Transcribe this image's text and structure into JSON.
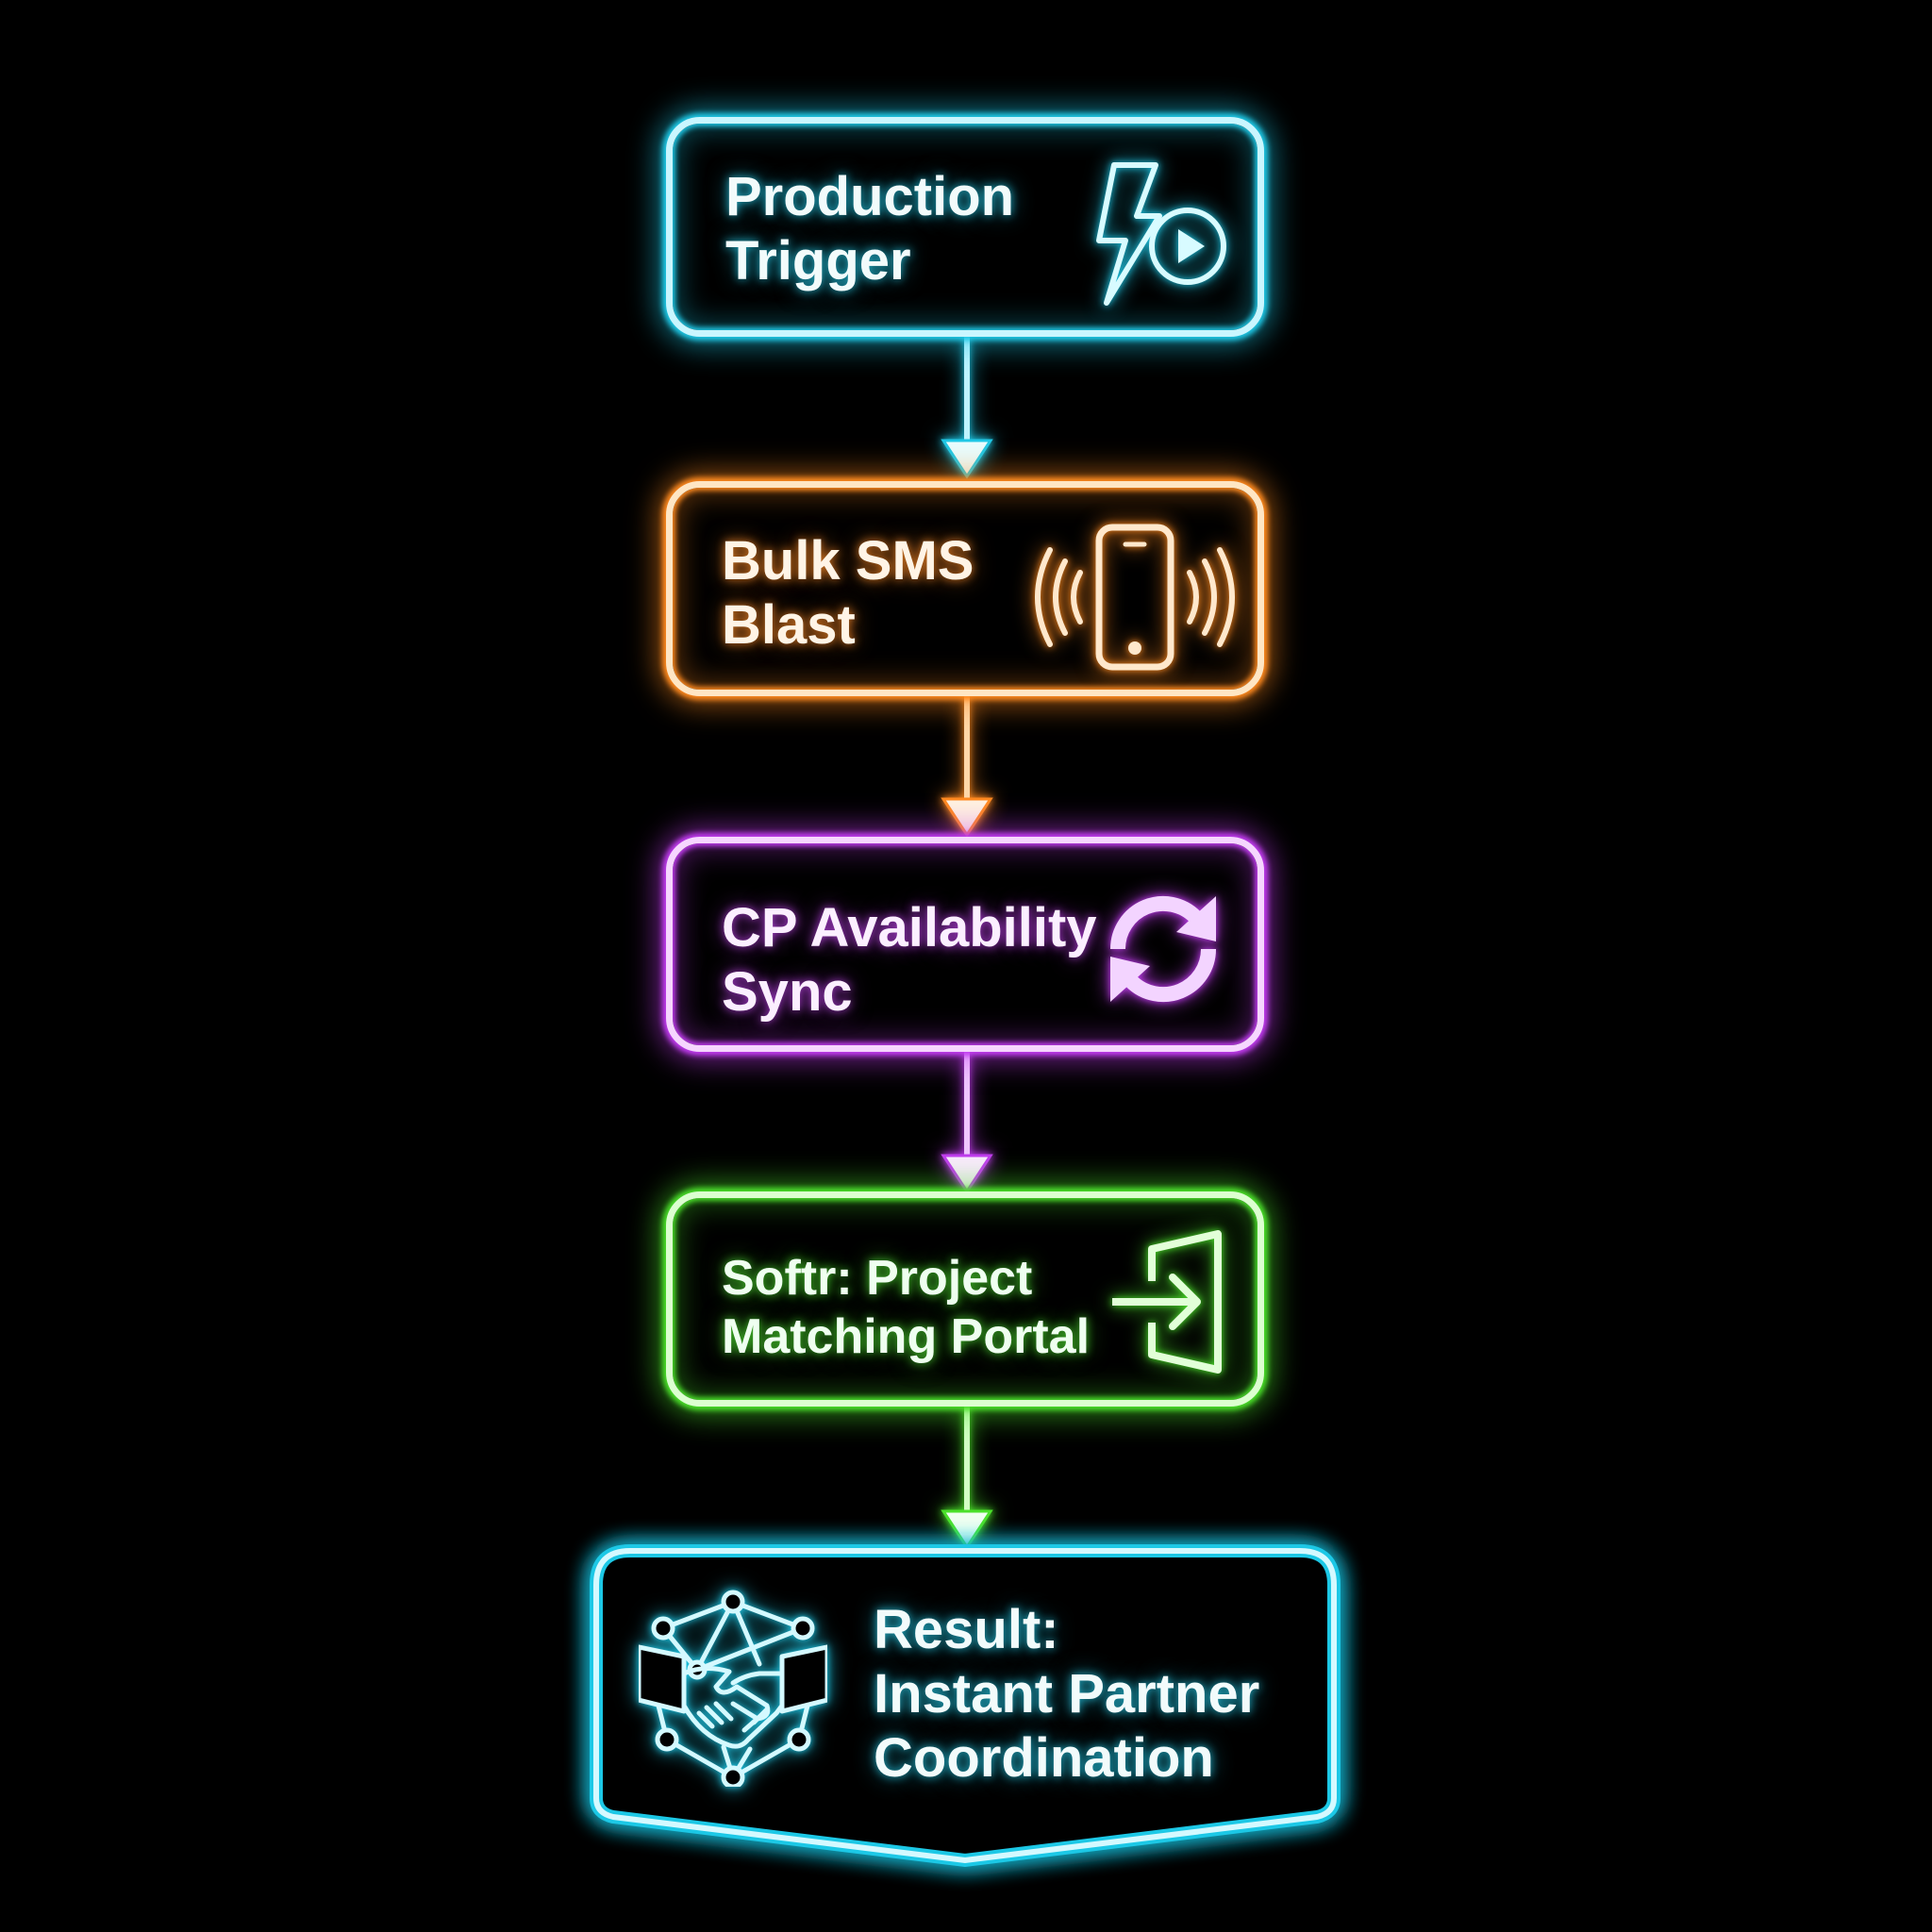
{
  "diagram": {
    "type": "vertical-flowchart",
    "background": "#000000",
    "steps": [
      {
        "id": "production-trigger",
        "label": "Production\nTrigger",
        "icon": "lightning-play-icon",
        "color": "#1fc8e6"
      },
      {
        "id": "bulk-sms-blast",
        "label": "Bulk SMS\nBlast",
        "icon": "vibrating-phone-icon",
        "color": "#ff8a1f"
      },
      {
        "id": "cp-availability-sync",
        "label": "CP Availability\nSync",
        "icon": "sync-arrows-icon",
        "color": "#c23cf0"
      },
      {
        "id": "softr-portal",
        "label": "Softr: Project\nMatching Portal",
        "icon": "enter-door-icon",
        "color": "#4be02a"
      },
      {
        "id": "result",
        "label": "Result:\nInstant Partner\nCoordination",
        "icon": "handshake-network-icon",
        "color": "#1fc8e6"
      }
    ],
    "edges": [
      {
        "from": "production-trigger",
        "to": "bulk-sms-blast",
        "color": "#1fc8e6"
      },
      {
        "from": "bulk-sms-blast",
        "to": "cp-availability-sync",
        "color": "#ff8a1f"
      },
      {
        "from": "cp-availability-sync",
        "to": "softr-portal",
        "color": "#c23cf0"
      },
      {
        "from": "softr-portal",
        "to": "result",
        "color": "#4be02a"
      }
    ]
  },
  "nodes": {
    "n1": {
      "line1": "Production",
      "line2": "Trigger"
    },
    "n2": {
      "line1": "Bulk SMS",
      "line2": "Blast"
    },
    "n3": {
      "line1": "CP Availability",
      "line2": "Sync"
    },
    "n4": {
      "line1": "Softr: Project",
      "line2": "Matching Portal"
    },
    "n5": {
      "line1": "Result:",
      "line2": "Instant Partner",
      "line3": "Coordination"
    }
  }
}
